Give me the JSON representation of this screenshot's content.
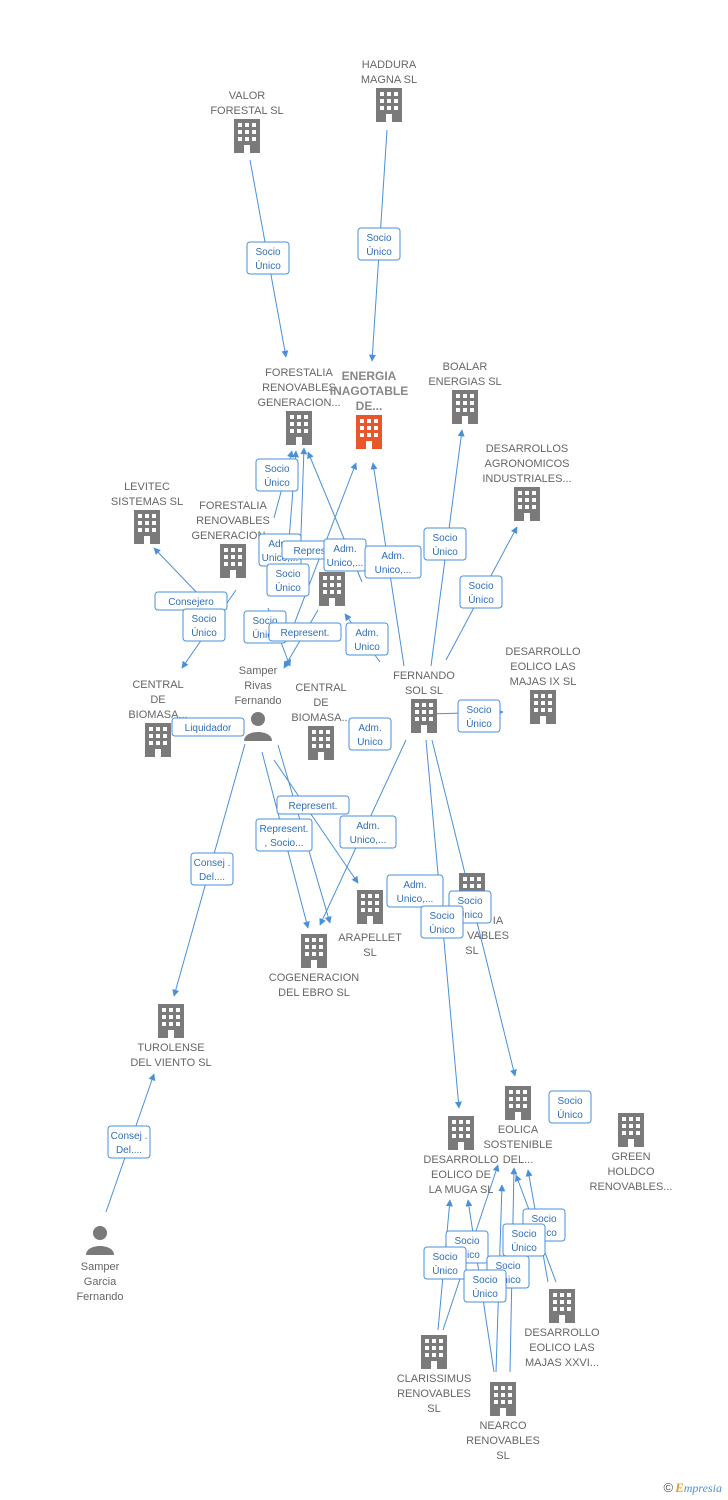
{
  "diagram": {
    "colors": {
      "company": "#7a7a7a",
      "highlight": "#e8572a",
      "person": "#7a7a7a",
      "edge": "#4a90d9",
      "badge_text": "#2f6fb8"
    },
    "nodes": [
      {
        "id": "haddura",
        "type": "company",
        "lines": [
          "HADDURA",
          "MAGNA  SL"
        ]
      },
      {
        "id": "valor",
        "type": "company",
        "lines": [
          "VALOR",
          "FORESTAL SL"
        ]
      },
      {
        "id": "forestalia1",
        "type": "company",
        "lines": [
          "FORESTALIA",
          "RENOVABLES",
          "GENERACION..."
        ]
      },
      {
        "id": "energia",
        "type": "company",
        "highlight": true,
        "lines": [
          "ENERGIA",
          "INAGOTABLE",
          "DE..."
        ]
      },
      {
        "id": "boalar",
        "type": "company",
        "lines": [
          "BOALAR",
          "ENERGIAS  SL"
        ]
      },
      {
        "id": "desagro",
        "type": "company",
        "lines": [
          "DESARROLLOS",
          "AGRONOMICOS",
          "INDUSTRIALES..."
        ]
      },
      {
        "id": "levitec",
        "type": "company",
        "lines": [
          "LEVITEC",
          "SISTEMAS  SL"
        ]
      },
      {
        "id": "forestalia2",
        "type": "company",
        "lines": [
          "FORESTALIA",
          "RENOVABLES",
          "GENERACION..."
        ]
      },
      {
        "id": "hidden1",
        "type": "company",
        "lines": []
      },
      {
        "id": "samper_rivas",
        "type": "person",
        "lines": [
          "Samper",
          "Rivas",
          "Fernando"
        ]
      },
      {
        "id": "fernando_sol",
        "type": "company",
        "lines": [
          "FERNANDO",
          "SOL SL"
        ]
      },
      {
        "id": "eolico_ix",
        "type": "company",
        "lines": [
          "DESARROLLO",
          "EOLICO LAS",
          "MAJAS IX  SL"
        ]
      },
      {
        "id": "biomasa1",
        "type": "company",
        "lines": [
          "CENTRAL",
          "DE",
          "BIOMASA..."
        ]
      },
      {
        "id": "biomasa2",
        "type": "company",
        "lines": [
          "CENTRAL",
          "DE",
          "BIOMASA..."
        ]
      },
      {
        "id": "arapellet",
        "type": "company",
        "lines": [
          "ARAPELLET",
          "SL"
        ]
      },
      {
        "id": "ia_renovables",
        "type": "company",
        "lines": [
          "IA",
          "VABLES",
          "SL"
        ]
      },
      {
        "id": "cogeneracion",
        "type": "company",
        "lines": [
          "COGENERACION",
          "DEL EBRO  SL"
        ]
      },
      {
        "id": "turolense",
        "type": "company",
        "lines": [
          "TUROLENSE",
          "DEL VIENTO SL"
        ]
      },
      {
        "id": "eolica_sost",
        "type": "company",
        "lines": [
          "EOLICA",
          "SOSTENIBLE",
          "DEL..."
        ]
      },
      {
        "id": "muga",
        "type": "company",
        "lines": [
          "DESARROLLO",
          "EOLICO DE",
          "LA MUGA SL"
        ]
      },
      {
        "id": "green",
        "type": "company",
        "lines": [
          "GREEN",
          "HOLDCO",
          "RENOVABLES..."
        ]
      },
      {
        "id": "samper_garcia",
        "type": "person",
        "lines": [
          "Samper",
          "Garcia",
          "Fernando"
        ]
      },
      {
        "id": "majas_xxvi",
        "type": "company",
        "lines": [
          "DESARROLLO",
          "EOLICO LAS",
          "MAJAS XXVI..."
        ]
      },
      {
        "id": "clarissimus",
        "type": "company",
        "lines": [
          "CLARISSIMUS",
          "RENOVABLES",
          "SL"
        ]
      },
      {
        "id": "nearco",
        "type": "company",
        "lines": [
          "NEARCO",
          "RENOVABLES",
          "SL"
        ]
      }
    ],
    "badges": [
      {
        "id": "b1",
        "lines": [
          "Socio",
          "Único"
        ]
      },
      {
        "id": "b2",
        "lines": [
          "Socio",
          "Único"
        ]
      },
      {
        "id": "b3",
        "lines": [
          "Socio",
          "Único"
        ]
      },
      {
        "id": "b4",
        "lines": [
          "Adm.",
          "Unico,..."
        ]
      },
      {
        "id": "b5",
        "lines": [
          "Represent."
        ]
      },
      {
        "id": "b6",
        "lines": [
          "Adm.",
          "Unico,..."
        ]
      },
      {
        "id": "b7",
        "lines": [
          "Adm.",
          "Unico,..."
        ]
      },
      {
        "id": "b8",
        "lines": [
          "Socio",
          "Único"
        ]
      },
      {
        "id": "b9",
        "lines": [
          "Socio",
          "Único"
        ]
      },
      {
        "id": "b10",
        "lines": [
          "Socio",
          "Único"
        ]
      },
      {
        "id": "b11",
        "lines": [
          "Consejero"
        ]
      },
      {
        "id": "b12",
        "lines": [
          "Socio",
          "Único"
        ]
      },
      {
        "id": "b13",
        "lines": [
          "Socio",
          "Único"
        ]
      },
      {
        "id": "b14",
        "lines": [
          "Represent."
        ]
      },
      {
        "id": "b15",
        "lines": [
          "Adm.",
          "Unico"
        ]
      },
      {
        "id": "b16",
        "lines": [
          "Socio",
          "Único"
        ]
      },
      {
        "id": "b17",
        "lines": [
          "Liquidador"
        ]
      },
      {
        "id": "b18",
        "lines": [
          "Adm.",
          "Unico"
        ]
      },
      {
        "id": "b19",
        "lines": [
          "Represent."
        ]
      },
      {
        "id": "b20",
        "lines": [
          "Represent.",
          ", Socio..."
        ]
      },
      {
        "id": "b21",
        "lines": [
          "Adm.",
          "Unico,..."
        ]
      },
      {
        "id": "b22",
        "lines": [
          "Consej .",
          "Del...."
        ]
      },
      {
        "id": "b23",
        "lines": [
          "Adm.",
          "Unico,..."
        ]
      },
      {
        "id": "b24",
        "lines": [
          "Socio",
          "Único"
        ]
      },
      {
        "id": "b25",
        "lines": [
          "Socio",
          "Único"
        ]
      },
      {
        "id": "b26",
        "lines": [
          "Socio",
          "Único"
        ]
      },
      {
        "id": "b27",
        "lines": [
          "Consej .",
          "Del...."
        ]
      },
      {
        "id": "b28",
        "lines": [
          "Socio",
          "Único"
        ]
      },
      {
        "id": "b29",
        "lines": [
          "Socio",
          "Único"
        ]
      },
      {
        "id": "b30",
        "lines": [
          "Socio",
          "Único"
        ]
      },
      {
        "id": "b31",
        "lines": [
          "Socio",
          "Único"
        ]
      },
      {
        "id": "b32",
        "lines": [
          "Socio",
          "Único"
        ]
      },
      {
        "id": "b33",
        "lines": [
          "Socio",
          "Único"
        ]
      }
    ]
  },
  "footer": {
    "copyright_symbol": "©",
    "brand_initial": "E",
    "brand_rest": "mpresia"
  }
}
